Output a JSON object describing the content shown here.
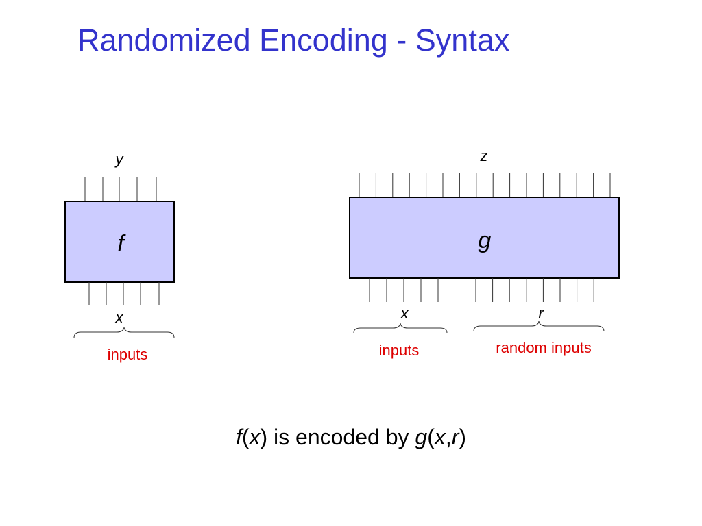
{
  "title": "Randomized Encoding - Syntax",
  "colors": {
    "title": "#3333cc",
    "box_fill": "#ccccff",
    "accent_label": "#dd0000"
  },
  "left_box": {
    "name": "f",
    "output_label": "y",
    "input_label": "x",
    "brace_label": "inputs"
  },
  "right_box": {
    "name": "g",
    "output_label": "z",
    "input_label": "x",
    "random_label": "r",
    "inputs_brace_label": "inputs",
    "random_brace_label": "random inputs"
  },
  "caption": {
    "f": "f",
    "open1": "(",
    "x1": "x",
    "close1": ")",
    "middle": " is encoded by ",
    "g": "g",
    "open2": "(",
    "x2": "x",
    "comma": ",",
    "r": "r",
    "close2": ")"
  }
}
